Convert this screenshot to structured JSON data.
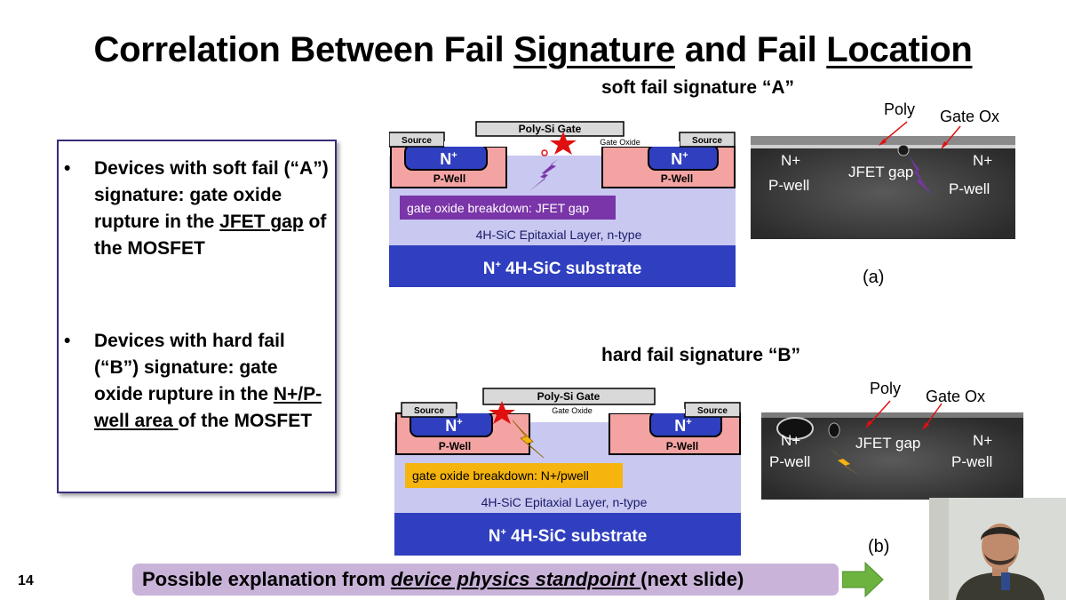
{
  "slide": {
    "title": {
      "part1": "Correlation Between Fail ",
      "part2": "Signature",
      "part3": " and Fail ",
      "part4": "Location"
    },
    "page_number": "14"
  },
  "signature_a": {
    "heading": "soft fail signature “A”",
    "diagram": {
      "gate": "Poly-Si Gate",
      "gate_oxide": "Gate Oxide",
      "source_left": "Source",
      "source_right": "Source",
      "nplus": "N",
      "plus": "+",
      "pwell": "P-Well",
      "breakdown": "gate oxide breakdown: JFET gap",
      "epi": "4H-SiC Epitaxial Layer, n-type",
      "substrate": "4H-SiC substrate"
    },
    "sem": {
      "poly": "Poly",
      "gate_ox": "Gate Ox",
      "nplus_left": "N+",
      "nplus_right": "N+",
      "pwell_left": "P-well",
      "pwell_right": "P-well",
      "jfet_gap": "JFET gap"
    },
    "figure_label": "(a)"
  },
  "signature_b": {
    "heading": "hard fail signature “B”",
    "diagram": {
      "gate": "Poly-Si Gate",
      "gate_oxide": "Gate Oxide",
      "source_left": "Source",
      "source_right": "Source",
      "nplus": "N",
      "plus": "+",
      "pwell": "P-Well",
      "breakdown": "gate oxide breakdown: N+/pwell",
      "epi": "4H-SiC Epitaxial Layer, n-type",
      "substrate": "4H-SiC substrate"
    },
    "sem": {
      "poly": "Poly",
      "gate_ox": "Gate Ox",
      "nplus_left": "N+",
      "nplus_right": "N+",
      "pwell_left": "P-well",
      "pwell_right": "P-well",
      "jfet_gap": "JFET gap"
    },
    "figure_label": "(b)"
  },
  "bullets": {
    "b1": {
      "marker": "•",
      "pre": "Devices with soft fail (“A”) signature: gate oxide rupture in the ",
      "underlined": "JFET gap",
      "post": " of the MOSFET"
    },
    "b2": {
      "marker": "•",
      "pre": "Devices with hard fail (“B”) signature: gate oxide rupture in the ",
      "underlined": "N+/P-well area ",
      "post": "of the MOSFET"
    }
  },
  "banner": {
    "pre": "Possible explanation from ",
    "emphasis": "device physics standpoint ",
    "post": "(next slide)"
  },
  "colors": {
    "pwell": "#f4a3a3",
    "nplus": "#2f3fbf",
    "epi": "#c8c8f0",
    "substrate": "#2f3fbf",
    "gate": "#d9d9d9",
    "breakdown_a": "#7a35a8",
    "breakdown_b": "#f6b40e",
    "banner": "#c9b3d9",
    "arrow": "#6db33f"
  }
}
